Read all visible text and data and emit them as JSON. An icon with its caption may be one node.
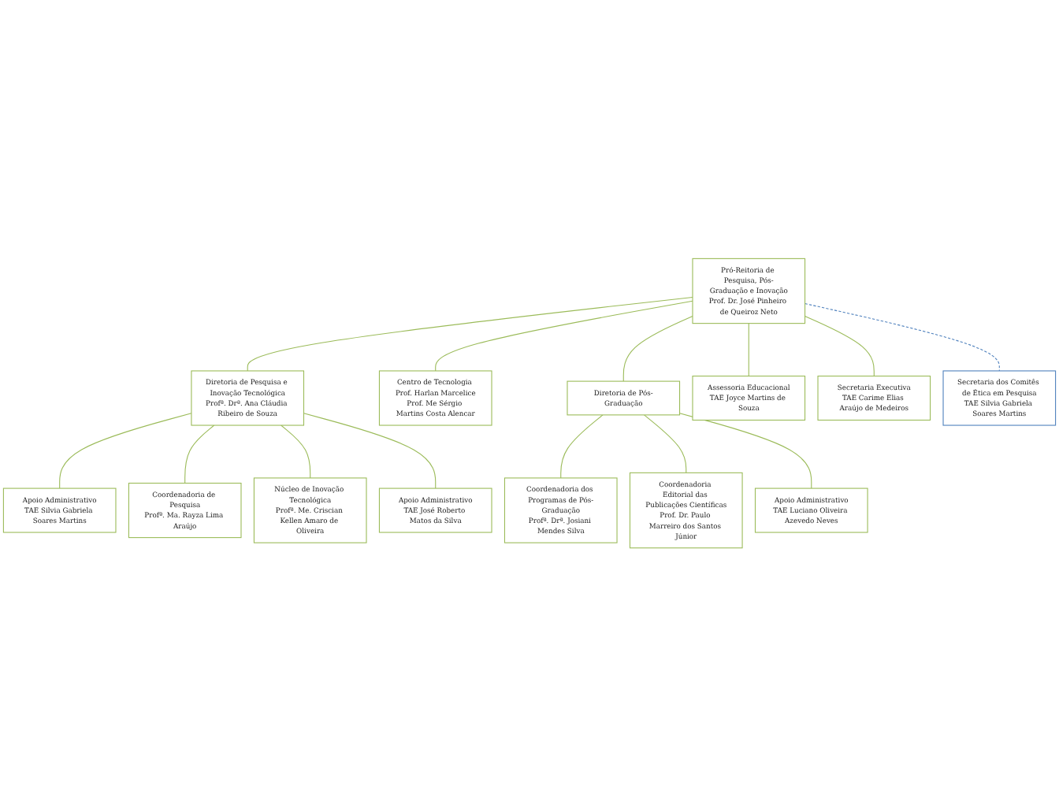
{
  "diagram": {
    "nodes": [
      {
        "text": [
          "Pró-Reitoria de Pesquisa, Pós-Graduação e Inovação",
          "Prof. Dr. José Pinheiro de Queiroz Neto"
        ]
      },
      {
        "text": [
          "Secretaria dos Comitês de Ética em Pesquisa",
          "TAE Silvia Gabriela Soares Martins"
        ]
      },
      {
        "text": [
          "Assessoria Educacional",
          "TAE Joyce Martins de Souza"
        ]
      },
      {
        "text": [
          "Secretaria Executiva",
          "TAE Carime Elias Araújo de Medeiros"
        ]
      },
      {
        "text": [
          "Diretoria de Pesquisa e Inovação Tecnológica",
          "Profª. Drª. Ana Cláudia Ribeiro de Souza"
        ]
      },
      {
        "text": [
          "Centro de Tecnologia Prof. Harlan Marcelice",
          "Prof. Me Sérgio Martins Costa Alencar"
        ]
      },
      {
        "text": [
          "Diretoria de Pós-Graduação"
        ]
      },
      {
        "text": [
          "Apoio Administrativo",
          "TAE Silvia Gabriela Soares Martins"
        ]
      },
      {
        "text": [
          "Coordenadoria de Pesquisa",
          "Profª. Ma. Rayza Lima Araújo"
        ]
      },
      {
        "text": [
          "Núcleo de Inovação Tecnológica",
          "Profª. Me. Criscian Kellen Amaro de Oliveira"
        ]
      },
      {
        "text": [
          "Apoio Administrativo",
          "TAE José Roberto Matos da Silva"
        ]
      },
      {
        "text": [
          "Coordenadoria dos Programas de Pós-Graduação",
          "Profª. Drª. Josiani Mendes Silva"
        ]
      },
      {
        "text": [
          "Coordenadoria Editorial das Publicações Científicas",
          "Prof. Dr. Paulo Marreiro dos Santos Júnior"
        ]
      },
      {
        "text": [
          "Apoio Administrativo",
          "TAE Luciano Oliveira Azevedo Neves"
        ]
      }
    ],
    "edges": [
      {
        "from": 0,
        "to": 1,
        "arrow": "none",
        "style": "dashed",
        "color": "#4f81bd"
      },
      {
        "from": 0,
        "to": 2,
        "arrow": "none"
      },
      {
        "from": 0,
        "to": 3,
        "arrow": "none"
      },
      {
        "from": 0,
        "to": 4,
        "arrow": "none"
      },
      {
        "from": 0,
        "to": 5,
        "arrow": "none"
      },
      {
        "from": 0,
        "to": 6,
        "arrow": "none"
      },
      {
        "from": 4,
        "to": 7,
        "arrow": "none"
      },
      {
        "from": 4,
        "to": 8,
        "arrow": "none"
      },
      {
        "from": 4,
        "to": 9,
        "arrow": "none"
      },
      {
        "from": 4,
        "to": 10,
        "arrow": "none"
      },
      {
        "from": 6,
        "to": 11,
        "arrow": "none"
      },
      {
        "from": 6,
        "to": 12,
        "arrow": "none"
      },
      {
        "from": 6,
        "to": 13,
        "arrow": "none"
      }
    ]
  }
}
